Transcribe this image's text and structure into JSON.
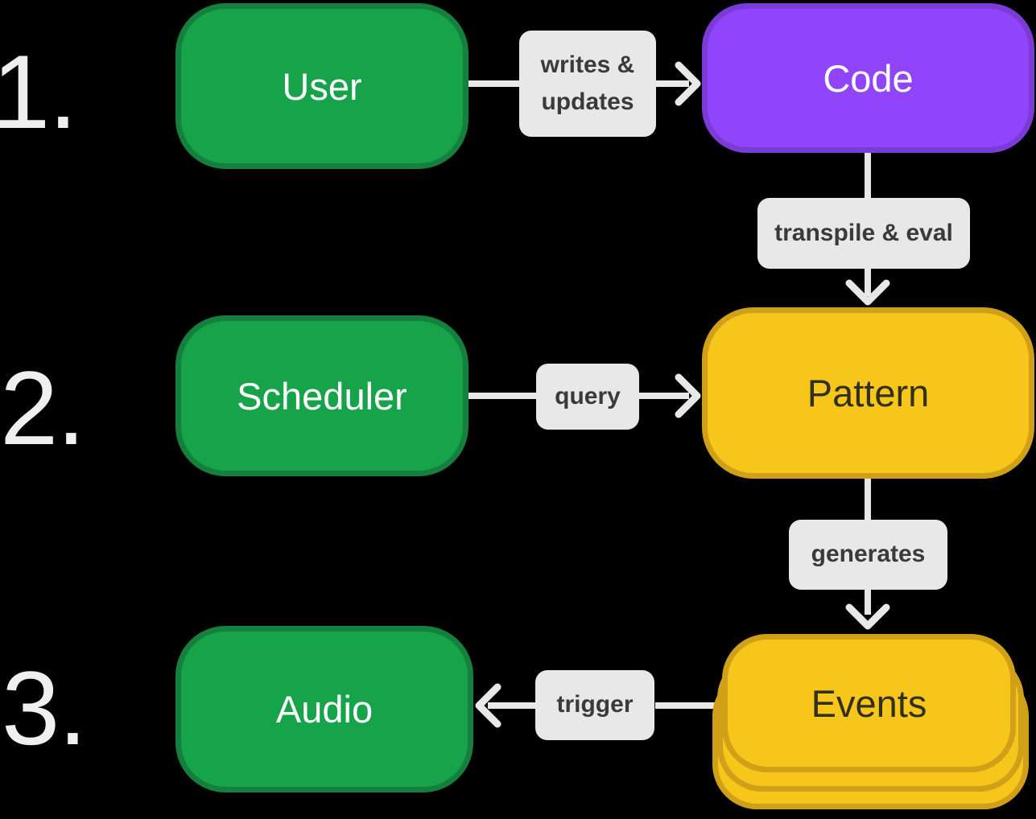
{
  "diagram": {
    "steps": {
      "one": {
        "label": "1."
      },
      "two": {
        "label": "2."
      },
      "three": {
        "label": "3."
      }
    },
    "nodes": {
      "user": {
        "label": "User",
        "fill": "#16a34a",
        "border": "#15803d",
        "text_color": "#ffffff"
      },
      "code": {
        "label": "Code",
        "fill": "#9145fa",
        "border": "#7a3bd6",
        "text_color": "#ffffff"
      },
      "scheduler": {
        "label": "Scheduler",
        "fill": "#16a34a",
        "border": "#15803d",
        "text_color": "#ffffff"
      },
      "pattern": {
        "label": "Pattern",
        "fill": "#f7c61a",
        "border": "#d0a019",
        "text_color": "#32301d"
      },
      "events": {
        "label": "Events",
        "fill": "#f7c61a",
        "border": "#d0a019",
        "text_color": "#32301d",
        "stacked_cards": 3
      },
      "audio": {
        "label": "Audio",
        "fill": "#16a34a",
        "border": "#15803d",
        "text_color": "#ffffff"
      }
    },
    "edges": {
      "user_to_code": {
        "label_line1": "writes &",
        "label_line2": "updates",
        "from": "User",
        "to": "Code",
        "direction": "right"
      },
      "code_to_pattern": {
        "label": "transpile & eval",
        "from": "Code",
        "to": "Pattern",
        "direction": "down"
      },
      "scheduler_to_pattern": {
        "label": "query",
        "from": "Scheduler",
        "to": "Pattern",
        "direction": "right"
      },
      "pattern_to_events": {
        "label": "generates",
        "from": "Pattern",
        "to": "Events",
        "direction": "down"
      },
      "events_to_audio": {
        "label": "trigger",
        "from": "Events",
        "to": "Audio",
        "direction": "left"
      }
    },
    "style": {
      "background": "#000000",
      "edge_label_bg": "#e8e8e8",
      "edge_label_text": "#3a3a3a",
      "line_color": "#e8e8e8",
      "step_number_color": "#efefef"
    }
  }
}
